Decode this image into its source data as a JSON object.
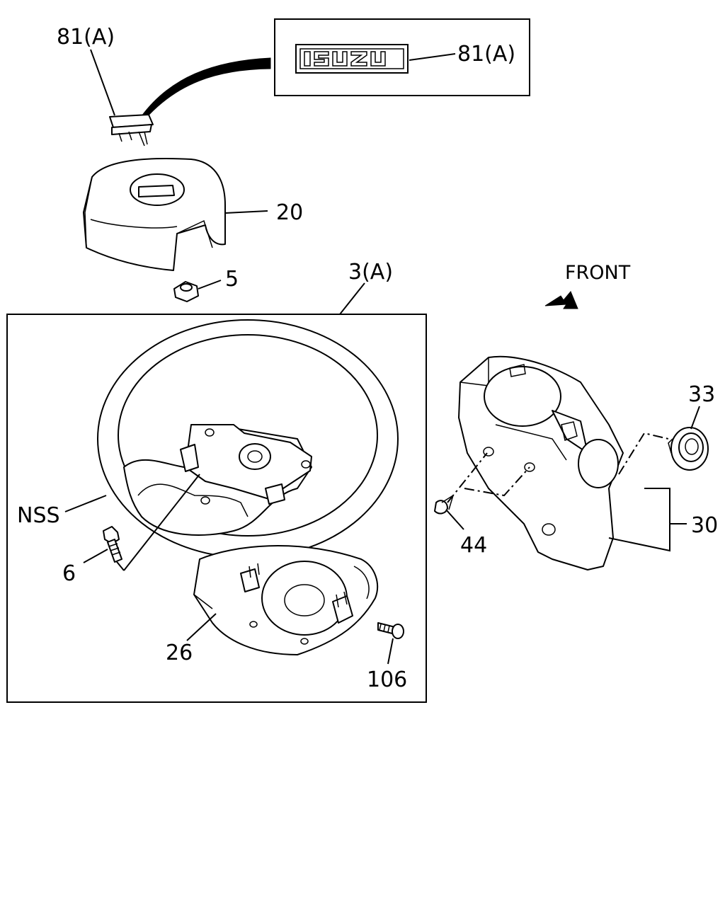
{
  "labels": {
    "callout_81a_left": "81(A)",
    "callout_81a_right": "81(A)",
    "callout_20": "20",
    "callout_5": "5",
    "callout_3a": "3(A)",
    "callout_front": "FRONT",
    "callout_33": "33",
    "callout_nss": "NSS",
    "callout_6": "6",
    "callout_44": "44",
    "callout_30": "30",
    "callout_26": "26",
    "callout_106": "106"
  },
  "emblem": {
    "text": "ISUZU"
  }
}
